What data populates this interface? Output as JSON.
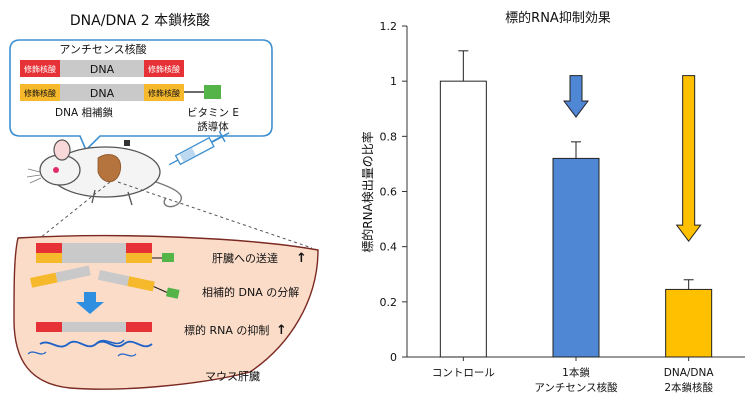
{
  "diagram": {
    "title": "DNA/DNA 2 本鎖核酸",
    "antisense_label": "アンチセンス核酸",
    "mod_label": "修飾核酸",
    "dna_label": "DNA",
    "complement_label": "DNA 相補鎖",
    "vitamin_line1": "ビタミン E",
    "vitamin_line2": "誘導体",
    "liver_step1": "肝臓への送達",
    "liver_step2": "相補的 DNA の分解",
    "liver_step3": "標的 RNA の抑制",
    "up_arrow": "↑",
    "liver_label": "マウス肝臓",
    "colors": {
      "mod_red": "#e63237",
      "mod_yellow": "#f6b92c",
      "dna_gray": "#c9c9c9",
      "vitamin_green": "#55b448",
      "bubble_blue": "#3d8fd0",
      "liver_fill": "#fbdcc8"
    }
  },
  "chart_data": {
    "type": "bar",
    "title": "標的RNA抑制効果",
    "ylabel": "標的RNA検出量の比率",
    "xlabel": "",
    "ylim": [
      0,
      1.2
    ],
    "yticks": [
      0,
      0.2,
      0.4,
      0.6,
      0.8,
      1,
      1.2
    ],
    "grid": false,
    "categories": [
      [
        "コントロール"
      ],
      [
        "1本鎖",
        "アンチセンス核酸"
      ],
      [
        "DNA/DNA",
        "2本鎖核酸"
      ]
    ],
    "values": [
      1.0,
      0.72,
      0.245
    ],
    "errors": [
      0.11,
      0.06,
      0.035
    ],
    "bar_colors": [
      "#ffffff",
      "#4f87d4",
      "#ffc000"
    ],
    "arrows": [
      {
        "bar": 1,
        "from": 1.02,
        "to": 0.87,
        "color": "#4f87d4"
      },
      {
        "bar": 2,
        "from": 1.02,
        "to": 0.42,
        "color": "#ffc000"
      }
    ]
  }
}
